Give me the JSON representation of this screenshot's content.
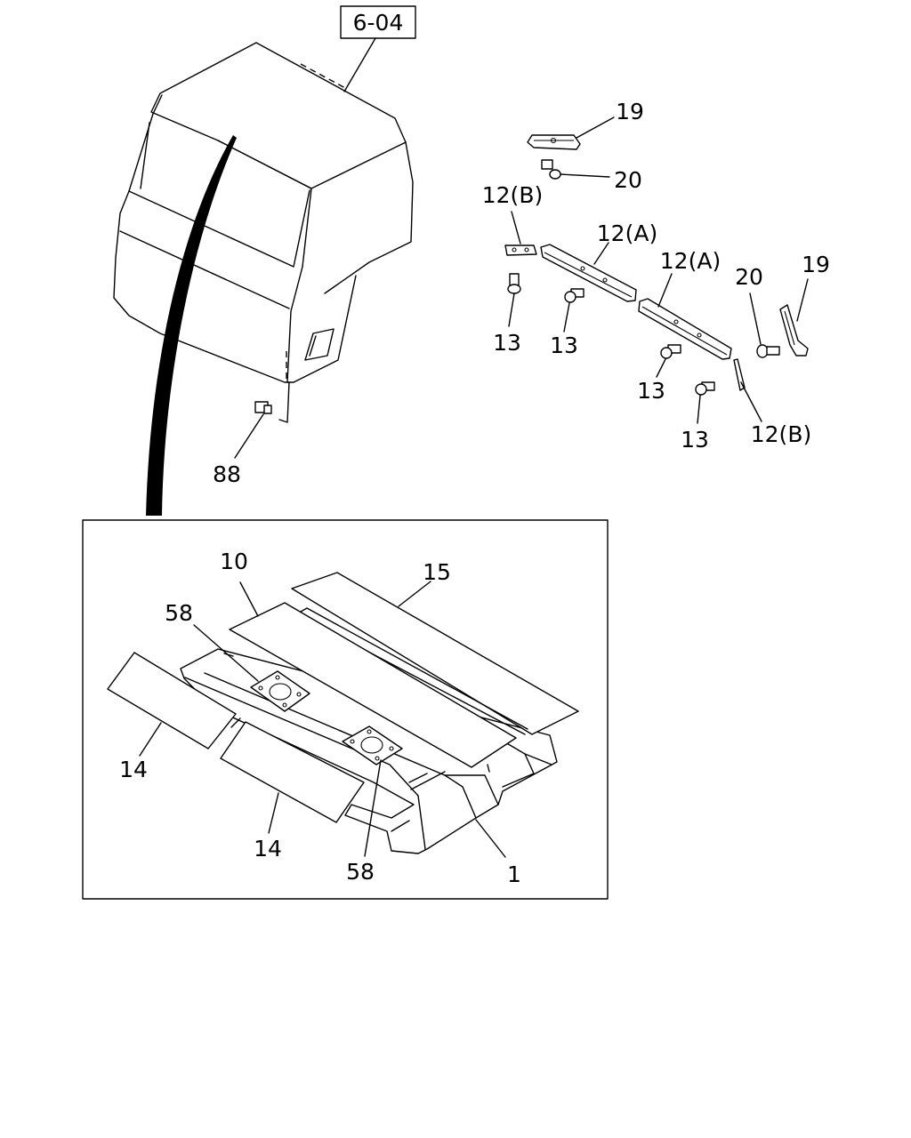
{
  "reference": "6-04",
  "callouts": {
    "c19_top": "19",
    "c20_top": "20",
    "c12b_top": "12(B)",
    "c12a_1": "12(A)",
    "c12a_2": "12(A)",
    "c20_right": "20",
    "c19_right": "19",
    "c13_1": "13",
    "c13_2": "13",
    "c13_3": "13",
    "c13_4": "13",
    "c12b_bottom": "12(B)",
    "c88": "88",
    "c10": "10",
    "c15": "15",
    "c58_top": "58",
    "c14_left": "14",
    "c14_bottom": "14",
    "c58_bottom": "58",
    "c1": "1"
  }
}
